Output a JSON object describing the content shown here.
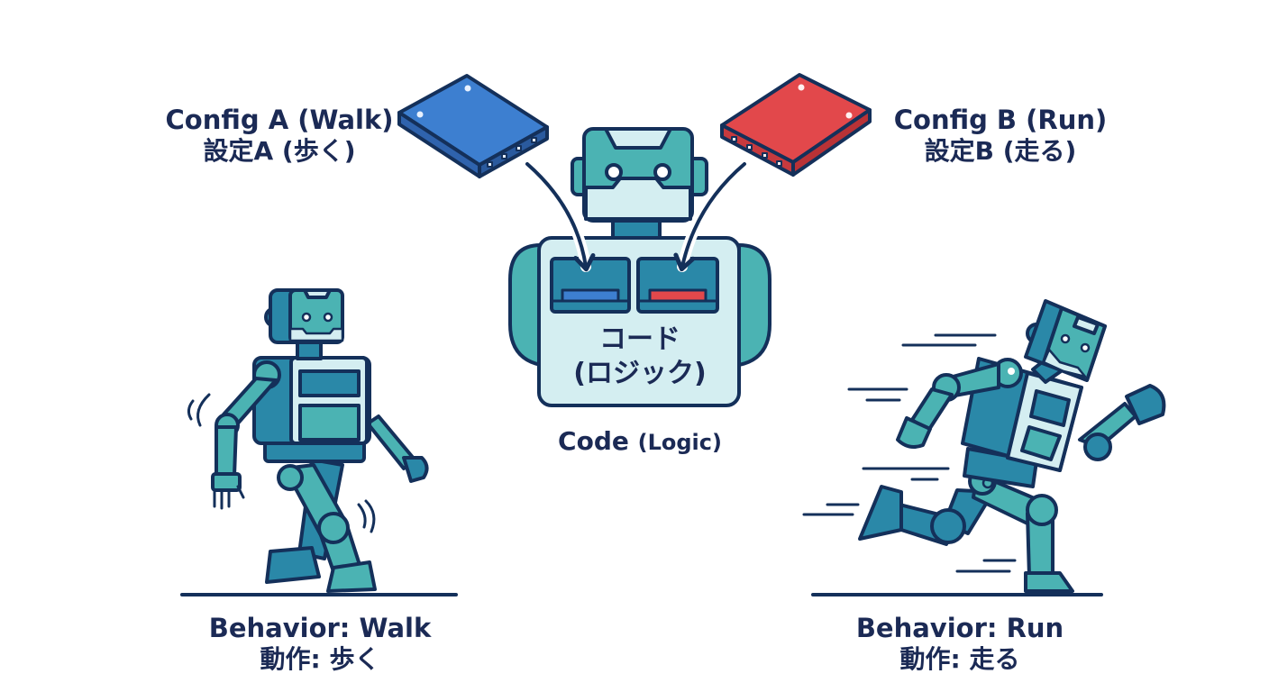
{
  "config_a": {
    "title_en": "Config A (Walk)",
    "title_ja": "設定A (歩く)",
    "color": "#3a78c9",
    "icon": "config-chip-blue"
  },
  "config_b": {
    "title_en": "Config B (Run)",
    "title_ja": "設定B (走る)",
    "color": "#e0474c",
    "icon": "config-chip-red"
  },
  "code": {
    "body_line1": "コード",
    "body_line2": "(ロジック)",
    "label_main": "Code",
    "label_sub": "(Logic)"
  },
  "behavior_walk": {
    "title_en": "Behavior: Walk",
    "title_ja": "動作: 歩く"
  },
  "behavior_run": {
    "title_en": "Behavior: Run",
    "title_ja": "動作: 走る"
  },
  "colors": {
    "outline": "#14305a",
    "teal": "#4bb3b3",
    "teal_dark": "#2a7fa6",
    "panel": "#d4eef1",
    "text": "#1b2a55"
  }
}
